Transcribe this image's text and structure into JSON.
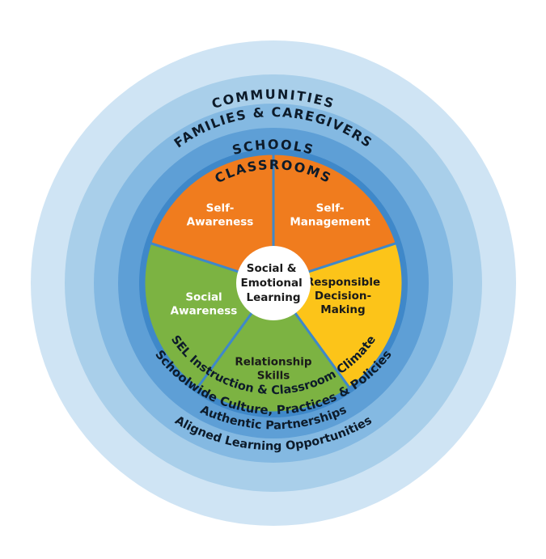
{
  "rings": {
    "communities": {
      "label": "COMMUNITIES",
      "color": "#cfe4f4"
    },
    "families": {
      "label": "FAMILIES & CAREGIVERS",
      "color": "#a9cfea"
    },
    "schools": {
      "label": "SCHOOLS",
      "color": "#7fb6df"
    },
    "classrooms": {
      "label": "CLASSROOMS",
      "color": "#5e9fd6"
    },
    "inner": {
      "color": "#3b86c8"
    }
  },
  "bottom_labels": {
    "sel_instruction": "SEL Instruction & Classroom Climate",
    "schoolwide": "Schoolwide Culture, Practices & Policies",
    "authentic": "Authentic Partnerships",
    "aligned": "Aligned Learning Opportunities"
  },
  "competencies": [
    {
      "id": "self-awareness",
      "lines": [
        "Self-",
        "Awareness"
      ],
      "color": "#f07c1e",
      "text": "light"
    },
    {
      "id": "self-management",
      "lines": [
        "Self-",
        "Management"
      ],
      "color": "#f07c1e",
      "text": "light"
    },
    {
      "id": "responsible-decision-making",
      "lines": [
        "Responsible",
        "Decision-",
        "Making"
      ],
      "color": "#fcc419",
      "text": "dark"
    },
    {
      "id": "relationship-skills",
      "lines": [
        "Relationship",
        "Skills"
      ],
      "color": "#7cb342",
      "text": "dark"
    },
    {
      "id": "social-awareness",
      "lines": [
        "Social",
        "Awareness"
      ],
      "color": "#7cb342",
      "text": "light"
    }
  ],
  "center": {
    "lines": [
      "Social &",
      "Emotional",
      "Learning"
    ],
    "color": "#ffffff"
  }
}
